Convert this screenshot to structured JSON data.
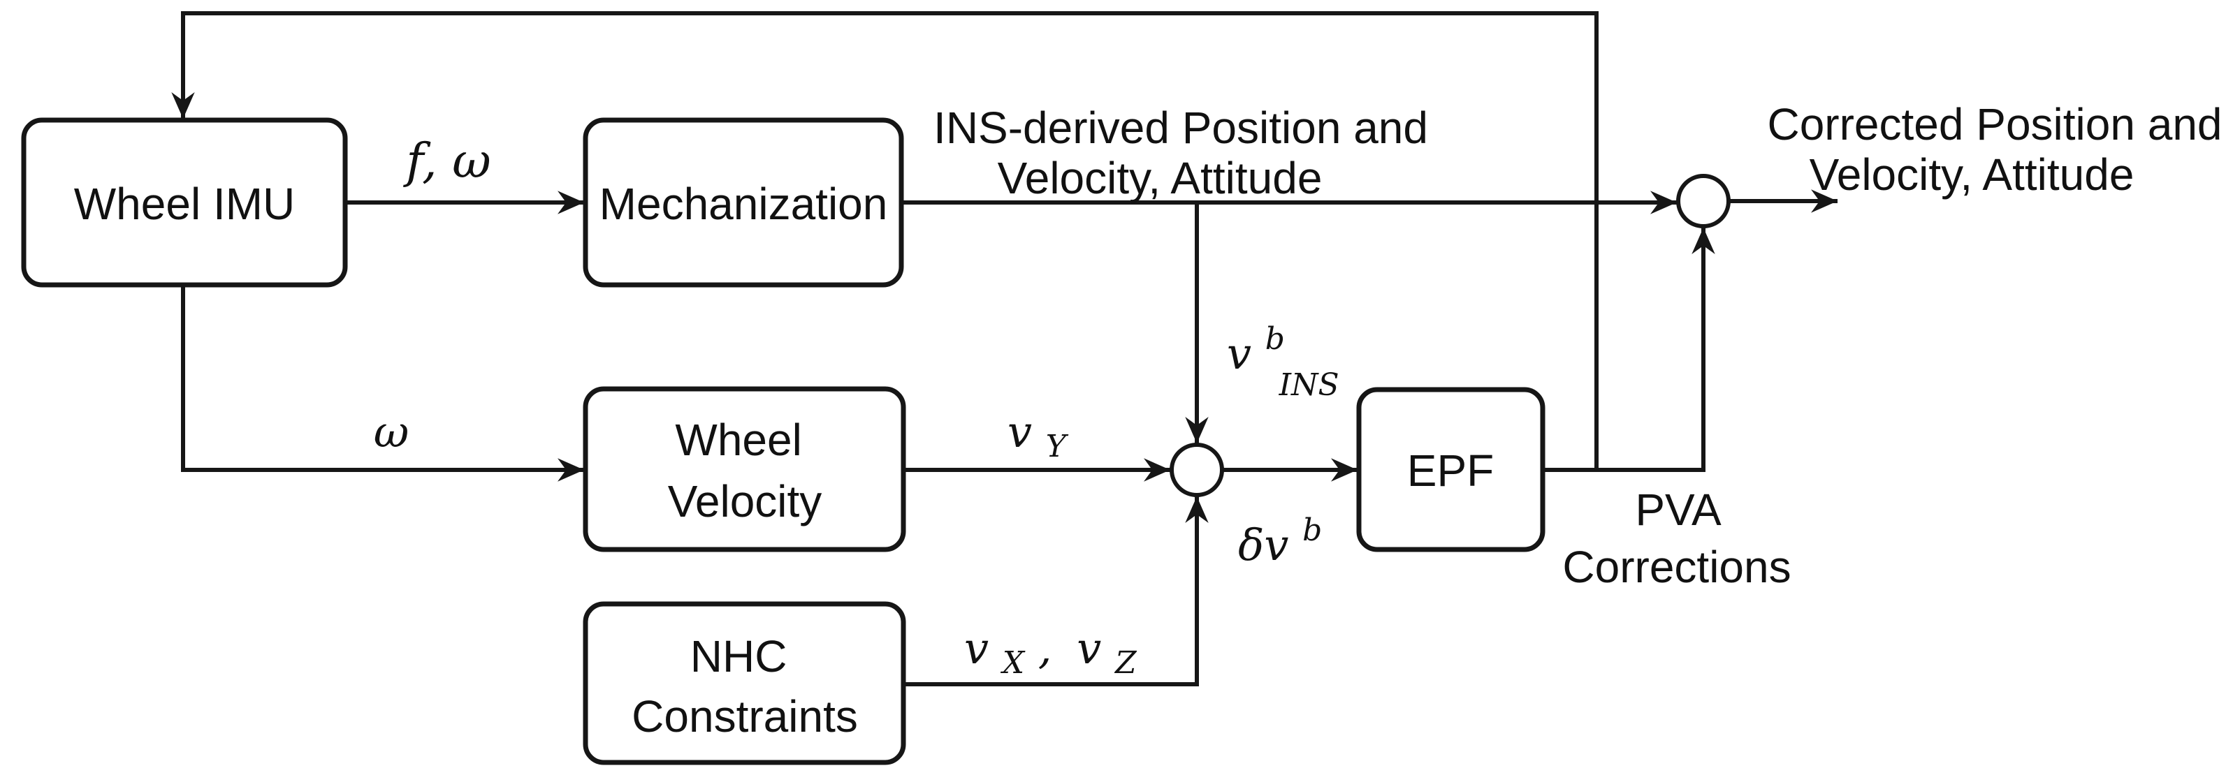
{
  "canvas": {
    "background": "#ffffff",
    "line_color": "#161616",
    "text_color": "#111111"
  },
  "nodes": {
    "wheel_imu": {
      "label": "Wheel IMU"
    },
    "mechanization": {
      "label": "Mechanization"
    },
    "wheel_velocity": {
      "line1": "Wheel",
      "line2": "Velocity"
    },
    "nhc": {
      "line1": "NHC",
      "line2": "Constraints"
    },
    "epf": {
      "label": "EPF"
    }
  },
  "annotations": {
    "ins_derived": {
      "line1": "INS-derived Position and",
      "line2": "Velocity, Attitude"
    },
    "corrected": {
      "line1": "Corrected Position and",
      "line2": "Velocity, Attitude"
    },
    "pva": {
      "line1": "PVA",
      "line2": "Corrections"
    }
  },
  "signals": {
    "f_omega": "f, ω",
    "omega": "ω",
    "v_y": {
      "base": "v",
      "sub": "Y"
    },
    "v_xz": {
      "base1": "v",
      "sub1": "X",
      "sep": ",",
      "base2": "v",
      "sub2": "Z"
    },
    "delta_v": {
      "base": "δv",
      "sup": "b"
    },
    "v_ins": {
      "base": "v",
      "sup": "b",
      "sub": "INS"
    }
  }
}
